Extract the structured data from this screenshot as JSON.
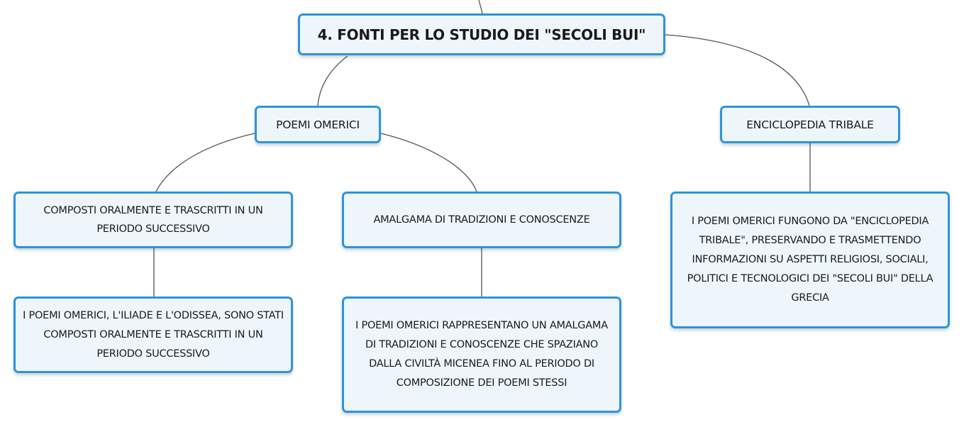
{
  "mindmap": {
    "root": {
      "title": "4. FONTI PER LO STUDIO DEI \"SECOLI BUI\""
    },
    "branches": [
      {
        "label": "POEMI OMERICI",
        "children": [
          {
            "label": "COMPOSTI ORALMENTE E TRASCRITTI IN UN PERIODO SUCCESSIVO",
            "detail": "I POEMI OMERICI, L'ILIADE E L'ODISSEA, SONO STATI COMPOSTI ORALMENTE E TRASCRITTI IN UN PERIODO SUCCESSIVO"
          },
          {
            "label": "AMALGAMA DI TRADIZIONI E CONOSCENZE",
            "detail": "I POEMI OMERICI RAPPRESENTANO UN AMALGAMA DI TRADIZIONI E CONOSCENZE CHE SPAZIANO DALLA CIVILTÀ MICENEA FINO AL PERIODO DI COMPOSIZIONE DEI POEMI STESSI"
          }
        ]
      },
      {
        "label": "ENCICLOPEDIA TRIBALE",
        "detail": "I POEMI OMERICI FUNGONO DA \"ENCICLOPEDIA TRIBALE\", PRESERVANDO E TRASMETTENDO INFORMAZIONI SU ASPETTI RELIGIOSI, SOCIALI, POLITICI E TECNOLOGICI DEI \"SECOLI BUI\" DELLA GRECIA"
      }
    ],
    "colors": {
      "node_border": "#2b95dd",
      "node_fill": "#eef6fc",
      "connector": "#555555"
    }
  }
}
